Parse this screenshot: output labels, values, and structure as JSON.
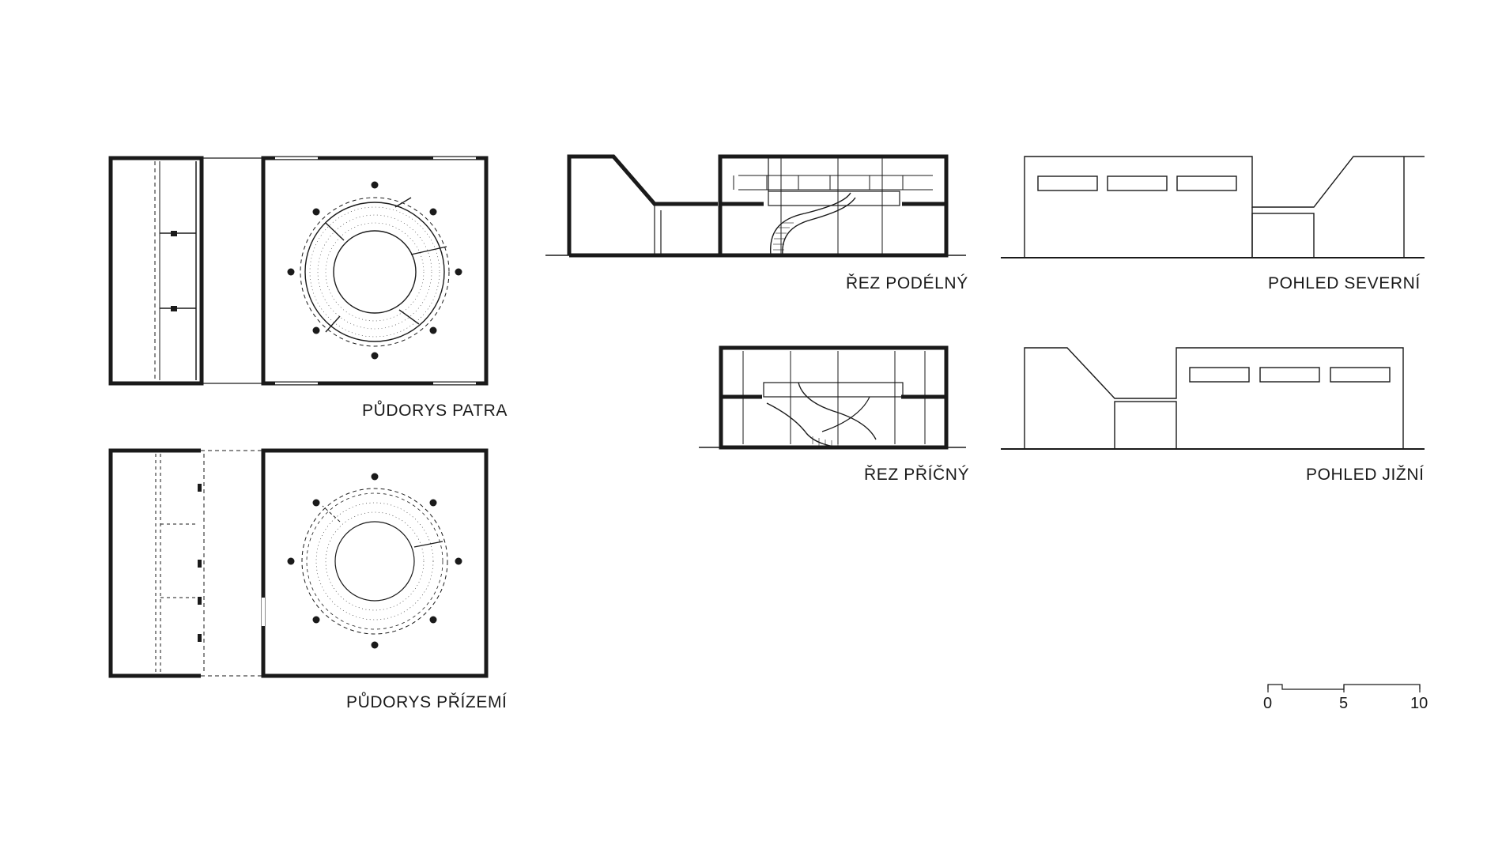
{
  "drawings": {
    "plan_upper": {
      "title": "PŮDORYS PATRA"
    },
    "plan_ground": {
      "title": "PŮDORYS PŘÍZEMÍ"
    },
    "section_longitudinal": {
      "title": "ŘEZ PODÉLNÝ"
    },
    "section_cross": {
      "title": "ŘEZ PŘÍČNÝ"
    },
    "elevation_north": {
      "title": "POHLED SEVERNÍ"
    },
    "elevation_south": {
      "title": "POHLED JIŽNÍ"
    }
  },
  "scale_bar": {
    "ticks": [
      "0",
      "5",
      "10"
    ]
  },
  "colors": {
    "ink": "#1a1a1a",
    "paper": "#ffffff",
    "hatch": "#555555"
  }
}
